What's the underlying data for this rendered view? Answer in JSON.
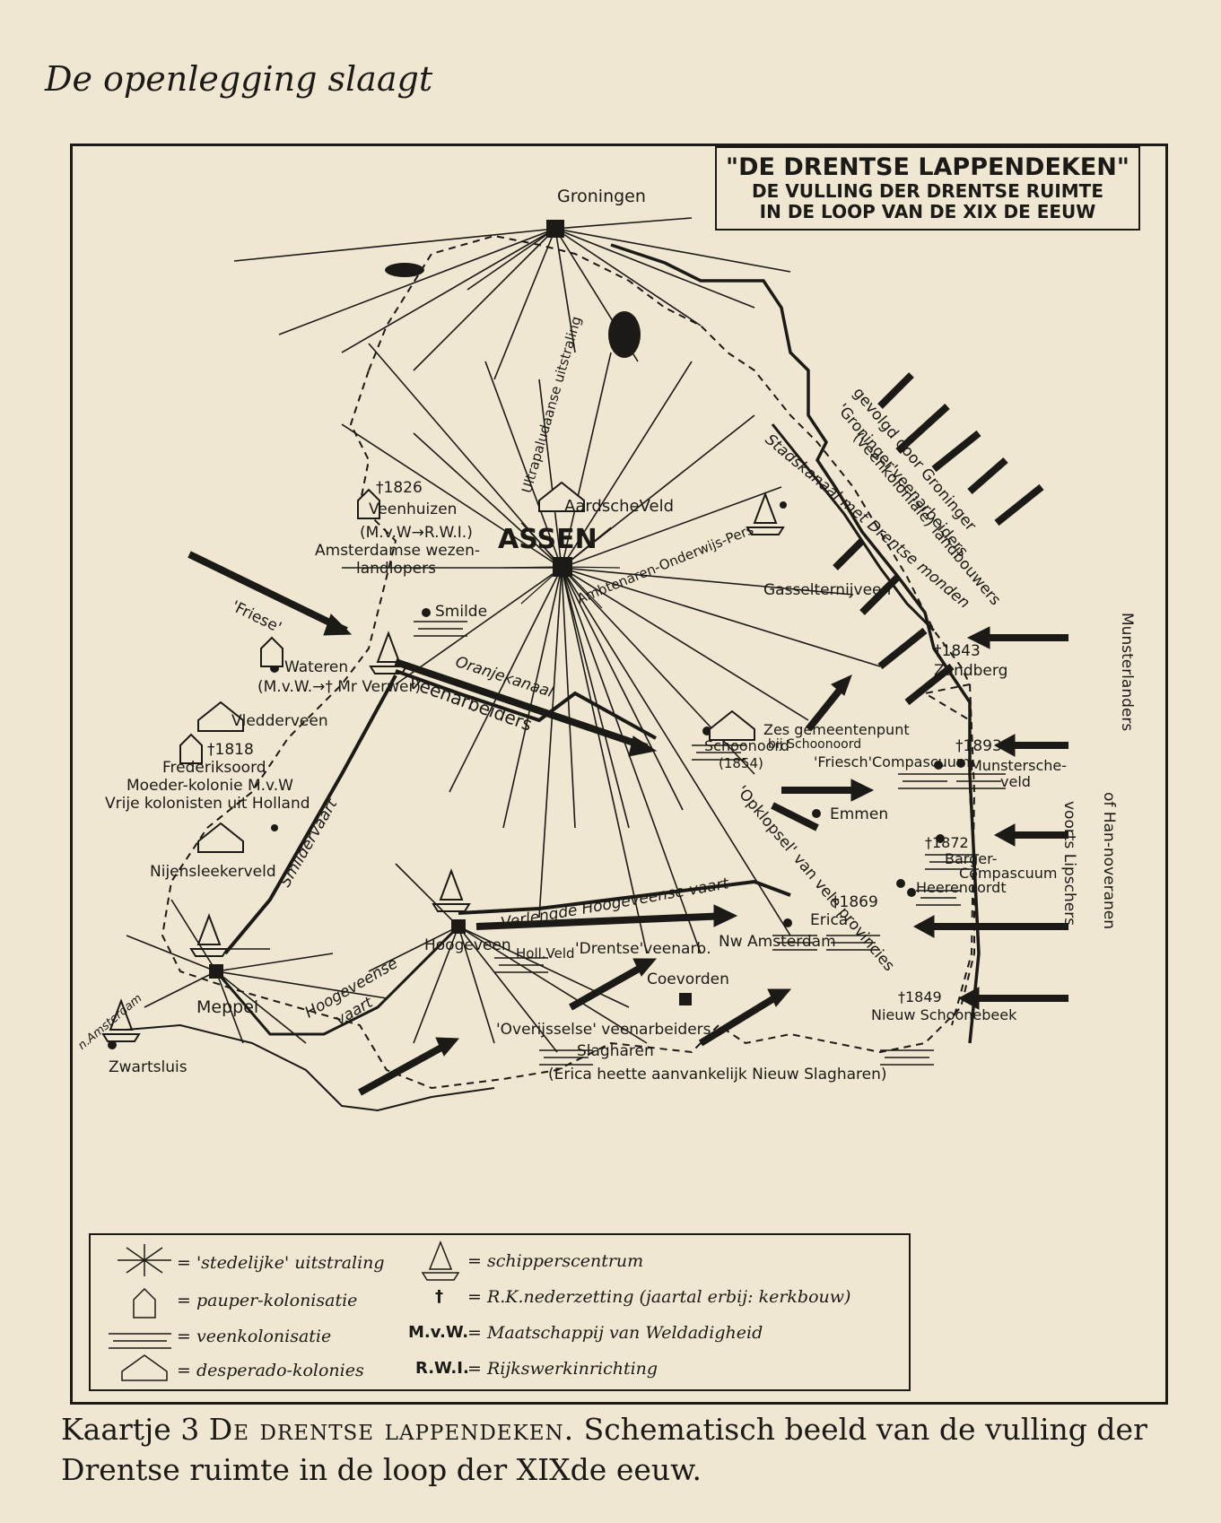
{
  "header": "De openlegging slaagt",
  "title": {
    "line1": "\"DE DRENTSE LAPPENDEKEN\"",
    "line2": "DE VULLING DER DRENTSE RUIMTE",
    "line3": "IN DE LOOP VAN DE XIX DE EEUW"
  },
  "places": {
    "groningen": "Groningen",
    "assen": "ASSEN",
    "aardscheveld": "AardscheVeld",
    "veenhuizen_year": "†1826",
    "veenhuizen": "Veenhuizen",
    "veenhuizen_note": "(M.v.W→R.W.I.)",
    "amsterdamse": "Amsterdamse wezen-",
    "landlopers": "landlopers",
    "gasselternijveen": "Gasselternijveen",
    "smilde": "Smilde",
    "wateren": "Wateren",
    "wateren_note": "(M.v.W.→† Mr Verwer)",
    "vledderveen": "Vledderveen",
    "frederiksoord_year": "†1818",
    "frederiksoord": "Frederiksoord",
    "moederkolonie": "Moeder-kolonie   M.v.W",
    "vrijekolonisten": "Vrije kolonisten uit Holland",
    "nijensleekerveld": "Nijensleekerveld",
    "meppel": "Meppel",
    "zwartsluis": "Zwartsluis",
    "n_amsterdam": "n.Amsterdam",
    "hoogeveen": "Hoogeveen",
    "hollveld": "Holl.Veld",
    "drentse_veenarb": "'Drentse'veenarb.",
    "nwamsterdam": "Nw Amsterdam",
    "coevorden": "Coevorden",
    "slagharen": "Slagharen",
    "erica_note": "(Erica heette aanvankelijk Nieuw Slagharen)",
    "overijsselse": "'Overijsselse' veenarbeiders",
    "schoonoord": "Schoonoord",
    "schoonoord_year": "(1854)",
    "zes": "Zes gemeentenpunt",
    "bijschoonoord": "bij Schoonoord",
    "emmen": "Emmen",
    "friesch": "'Friesch'Compascuum",
    "munster_year": "†1893",
    "munsterscheveld": "Munstersche-",
    "munsterscheveld2": "veld",
    "barger_year": "†1872",
    "barger": "Barger-",
    "compascuum": "Compascuum",
    "heerendordt": "Heerendordt",
    "erica_year": "†1869",
    "erica": "Erica",
    "nieuwschoonebeek_year": "†1849",
    "nieuwschoonebeek": "Nieuw Schoonebeek",
    "zandberg_year": "†1843",
    "zandberg": "Zandberg"
  },
  "routes": {
    "friese": "'Friese'",
    "veenarbeiders": "veenarbeiders",
    "oranjekanaal": "Oranjekanaal",
    "smildervaart": "Smildervaart",
    "hoogeveensevaart1": "Hoogeveense",
    "hoogeveensevaart2": "vaart",
    "verlengde": "Verlengde Hoogeveense vaart",
    "opklopsel": "'Opklopsel' van vele provincies",
    "stadskanaal": "Stadskanaal met Drentse monden",
    "uitstraling1": "Ultrapaludaanse uitstraling",
    "uitstraling2": "Ambtenaren-Onderwijs-Pers",
    "groninger1": "'Groninger'veenarbeiders",
    "groninger2": "gevolgd door Groninger",
    "groninger3": "(veenkoloniale) landbouwers",
    "munsterlanders": "Munsterlanders",
    "hannoveranen": "of Han-noveranen",
    "lipschers": "voorts Lipschers"
  },
  "legend": {
    "r1": "= 'stedelijke' uitstraling",
    "r2": "= pauper-kolonisatie",
    "r3": "= veenkolonisatie",
    "r4": "= desperado-kolonies",
    "r5": "= schipperscentrum",
    "r6_key": "†",
    "r6": "= R.K.nederzetting (jaartal erbij: kerkbouw)",
    "r7_key": "M.v.W.",
    "r7": "= Maatschappij van Weldadigheid",
    "r8_key": "R.W.I.",
    "r8": "= Rijkswerkinrichting"
  },
  "caption": {
    "prefix": "Kaartje 3 ",
    "title": "De drentse lappendeken.",
    "rest": " Schematisch beeld van de vulling der Drentse ruimte in de loop der XIXde eeuw."
  }
}
